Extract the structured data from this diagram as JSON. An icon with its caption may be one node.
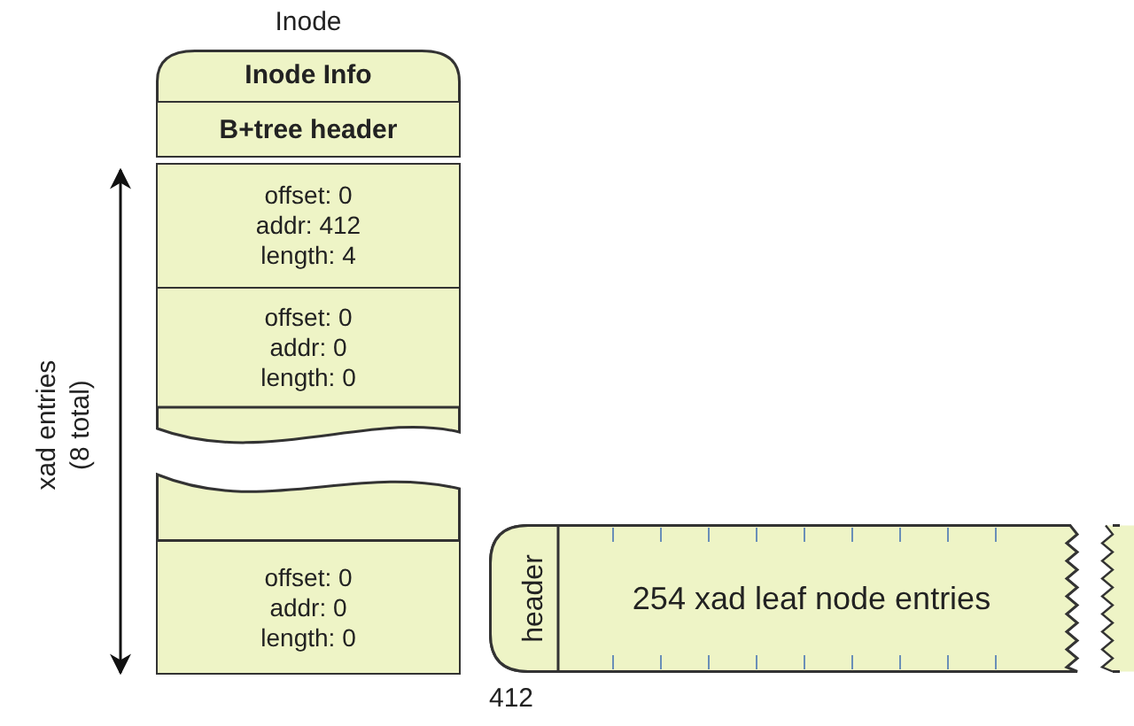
{
  "diagram": {
    "nodes": [
      {
        "text": [
          "Inode"
        ]
      },
      {
        "text": [
          "Inode Info"
        ],
        "in": 0
      },
      {
        "text": [
          "B+tree header"
        ],
        "in": 0
      },
      {
        "text": [
          "offset: 0",
          "addr: 412",
          "length: 4"
        ],
        "in": 0
      },
      {
        "text": [
          "offset: 0",
          "addr: 0",
          "length: 0"
        ],
        "in": 0
      },
      {
        "text": [],
        "shape": "box",
        "in": 0
      },
      {
        "text": [],
        "shape": "box",
        "in": 0
      },
      {
        "text": [
          "offset: 0",
          "addr: 0",
          "length: 0"
        ],
        "in": 0
      },
      {
        "text": [
          "254 xad leaf node entries"
        ],
        "beside": [
          "412"
        ]
      },
      {
        "text": [
          "header"
        ],
        "in": 8
      },
      {
        "text": [],
        "shape": "box"
      }
    ],
    "labels": [
      "xad entries (8 total)"
    ]
  }
}
